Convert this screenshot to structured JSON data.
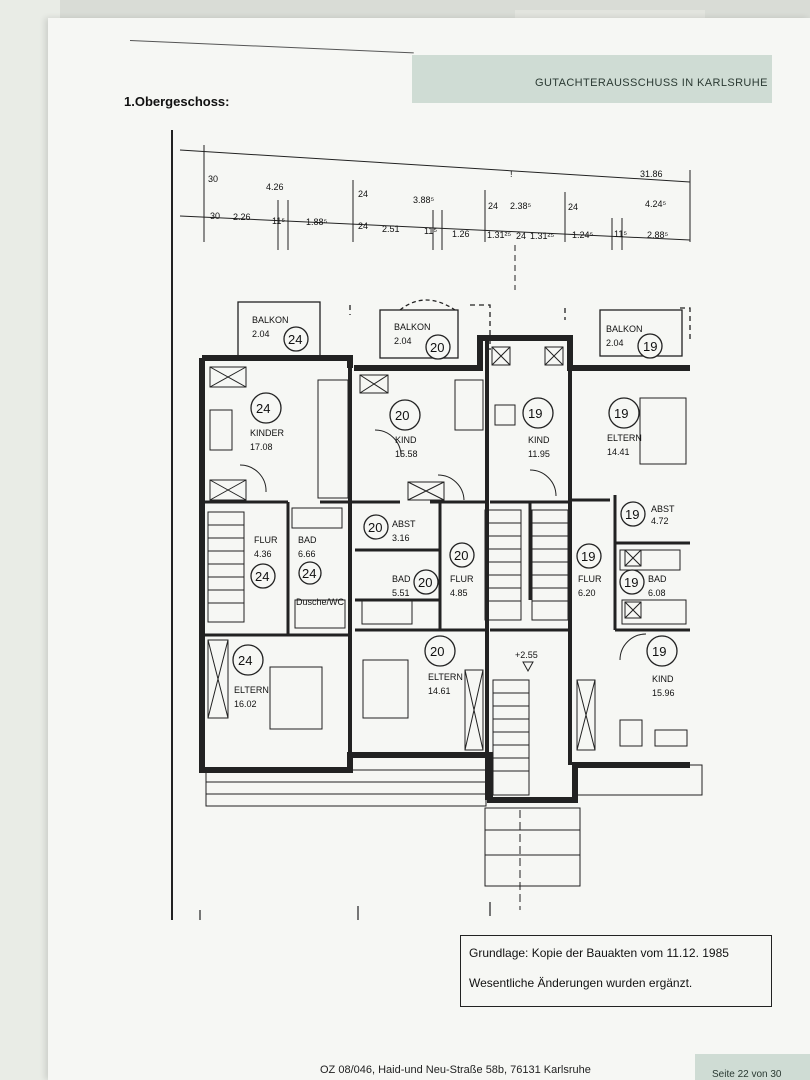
{
  "header": {
    "organization": "GUTACHTERAUSSCHUSS IN KARLSRUHE"
  },
  "floor_title": "1.Obergeschoss:",
  "dimensions": {
    "top_row": [
      "30",
      "4.26",
      "24",
      "3.88⁵",
      "!",
      "31.86",
      "24",
      "2.38⁵",
      "24",
      "4.24⁵"
    ],
    "second_row": [
      "30",
      "2.26",
      "11⁵",
      "1.88⁵",
      "24",
      "2.51",
      "11⁵",
      "1.26",
      "1.31²⁵",
      "24",
      "1.31²⁵",
      "1.24⁵",
      "11⁵",
      "2.88⁵"
    ]
  },
  "rooms": [
    {
      "name": "BALKON",
      "area": "2.04",
      "unit": "24"
    },
    {
      "name": "BALKON",
      "area": "2.04",
      "unit": "20"
    },
    {
      "name": "BALKON",
      "area": "2.04",
      "unit": "19"
    },
    {
      "name": "KINDER",
      "area": "17.08",
      "unit": "24"
    },
    {
      "name": "KIND",
      "area": "15.58",
      "unit": "20"
    },
    {
      "name": "KIND",
      "area": "11.95",
      "unit": "19"
    },
    {
      "name": "ELTERN",
      "area": "14.41",
      "unit": "19"
    },
    {
      "name": "ABST",
      "area": "3.16",
      "unit": "20"
    },
    {
      "name": "ABST",
      "area": "4.72",
      "unit": "19"
    },
    {
      "name": "FLUR",
      "area": "4.36",
      "unit": "24"
    },
    {
      "name": "BAD",
      "area": "6.66",
      "unit": "24"
    },
    {
      "name": "BAD",
      "area": "5.51",
      "unit": "20"
    },
    {
      "name": "FLUR",
      "area": "4.85",
      "unit": "20"
    },
    {
      "name": "FLUR",
      "area": "6.20",
      "unit": "19"
    },
    {
      "name": "BAD",
      "area": "6.08",
      "unit": "19"
    },
    {
      "name": "ELTERN",
      "area": "16.02",
      "unit": "24"
    },
    {
      "name": "ELTERN",
      "area": "14.61",
      "unit": "20"
    },
    {
      "name": "KIND",
      "area": "15.96",
      "unit": "19"
    }
  ],
  "labels": {
    "dusche_wc": "Dusche/WC",
    "level": "+2.55"
  },
  "caption": {
    "line1": "Grundlage: Kopie der Bauakten vom 11.12. 1985",
    "line2": "Wesentliche Änderungen wurden ergänzt."
  },
  "footer": {
    "address": "OZ 08/046, Haid-und Neu-Straße 58b, 76131 Karlsruhe",
    "page": "Seite 22 von 30"
  }
}
